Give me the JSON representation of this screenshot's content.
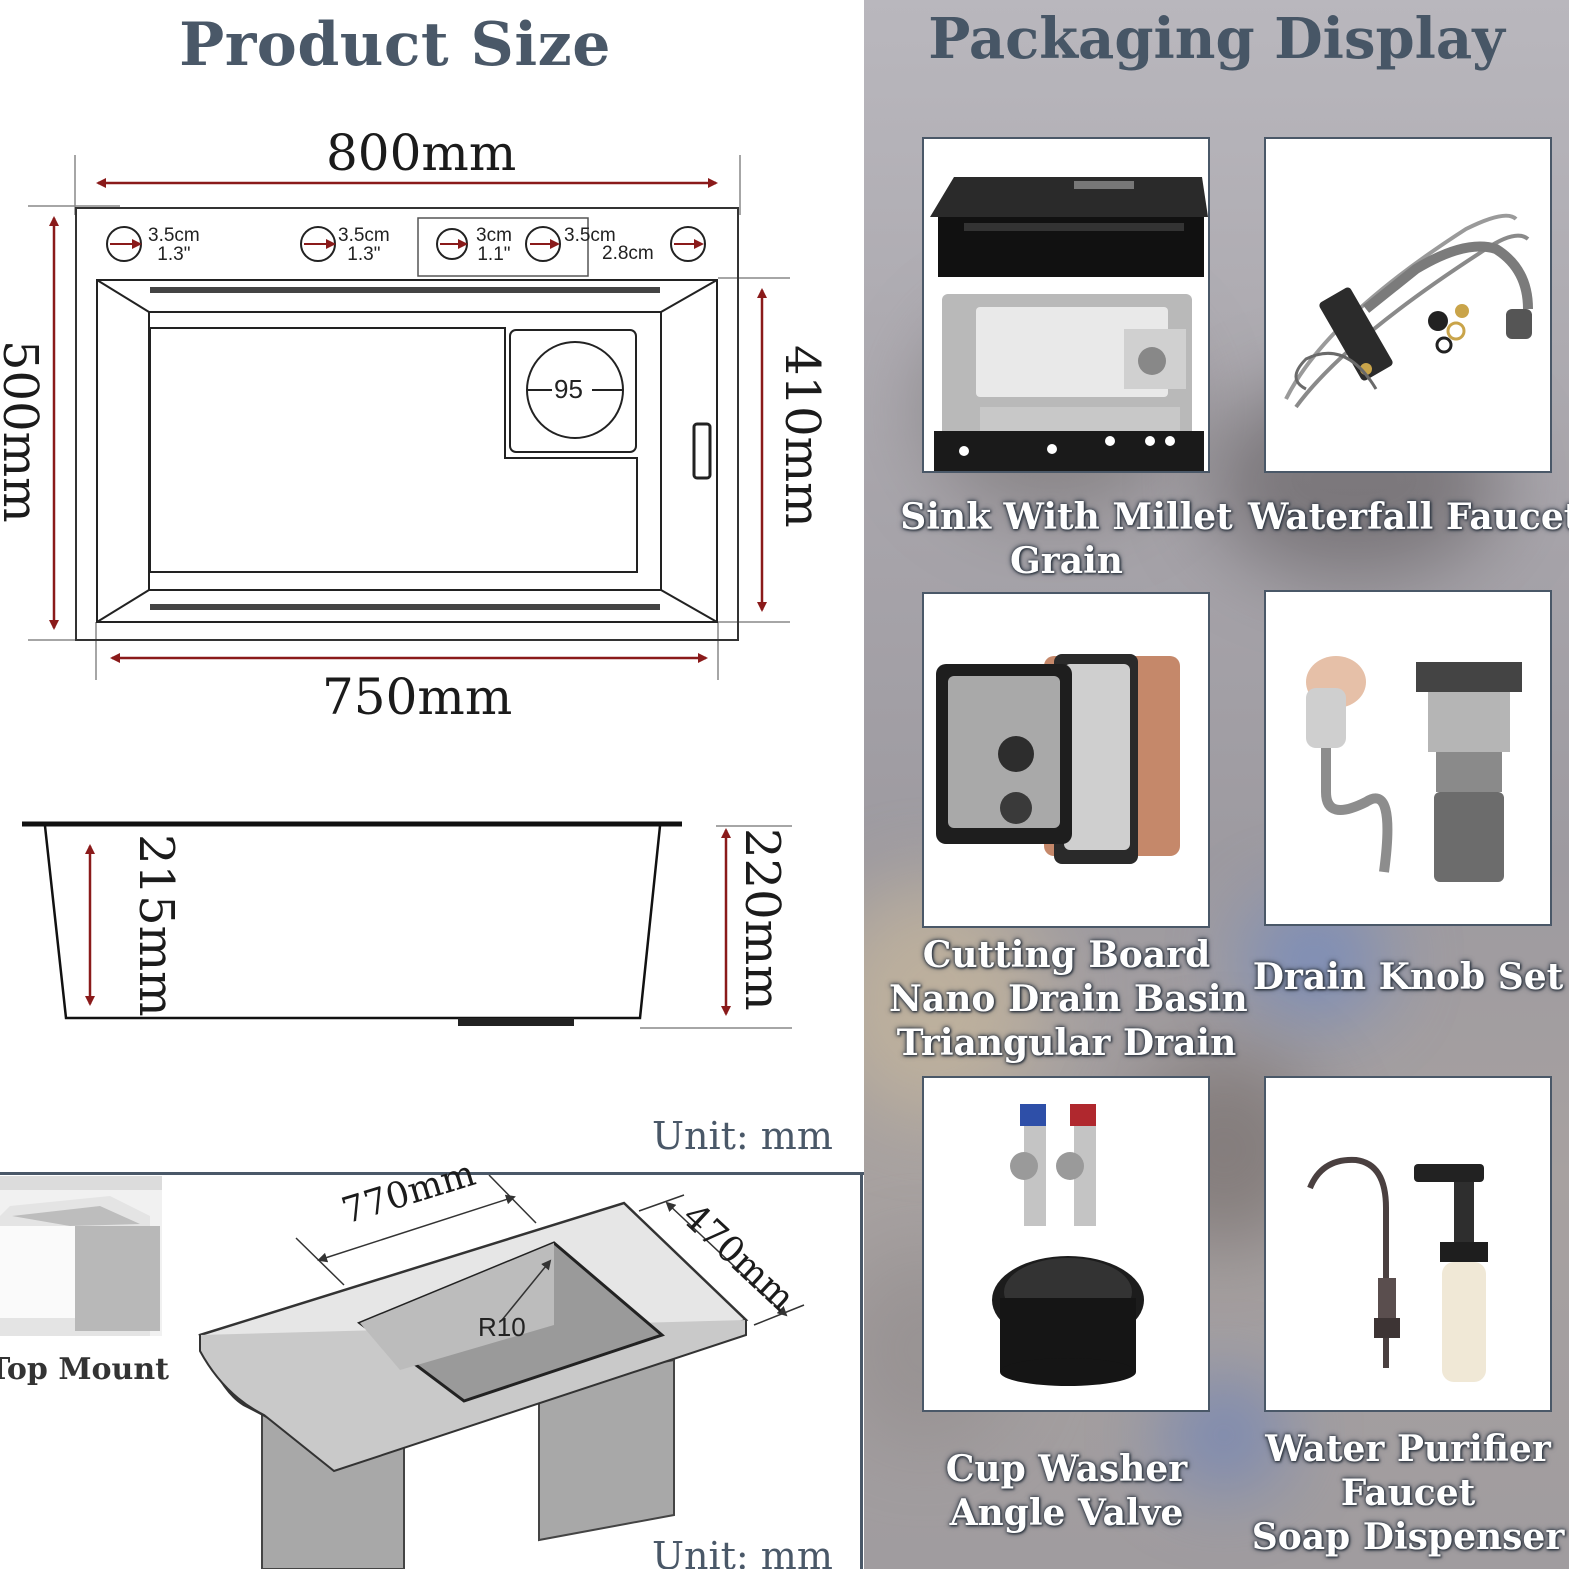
{
  "left": {
    "title": "Product Size",
    "top_width": "800mm",
    "inner_width": "750mm",
    "outer_height": "500mm",
    "inner_height": "410mm",
    "depth_inner": "215mm",
    "depth_outer": "220mm",
    "bowl_label": "95",
    "holes": [
      {
        "cm": "3.5cm",
        "in": "1.3\""
      },
      {
        "cm": "3.5cm",
        "in": "1.3\""
      },
      {
        "cm": "3cm",
        "in": "1.1\""
      },
      {
        "cm": "3.5cm",
        "in": ""
      },
      {
        "cm": "2.8cm",
        "in": ""
      }
    ],
    "unit_label": "Unit: mm",
    "cutout_width": "770mm",
    "cutout_depth": "470mm",
    "corner_radius": "R10",
    "mount_label": "Top Mount",
    "unit_label_bottom": "Unit: mm"
  },
  "right": {
    "title": "Packaging Display",
    "items": [
      {
        "lines": [
          "Sink With Millet",
          "Grain"
        ],
        "icon": "sink-icon"
      },
      {
        "lines": [
          "Waterfall Faucet"
        ],
        "icon": "faucet-icon"
      },
      {
        "lines": [
          "Cutting Board",
          "Nano Drain Basin",
          "Triangular Drain"
        ],
        "icon": "basin-icon"
      },
      {
        "lines": [
          "Drain Knob Set"
        ],
        "icon": "drain-icon"
      },
      {
        "lines": [
          "Cup Washer",
          "Angle Valve"
        ],
        "icon": "valve-icon"
      },
      {
        "lines": [
          "Water Purifier",
          "Faucet",
          "Soap Dispenser"
        ],
        "icon": "dispenser-icon"
      }
    ]
  },
  "colors": {
    "title": "#4a5868",
    "dimension_arrow": "#8a1a1a",
    "panel_border": "#4a5868",
    "caption": "#ffffff"
  }
}
